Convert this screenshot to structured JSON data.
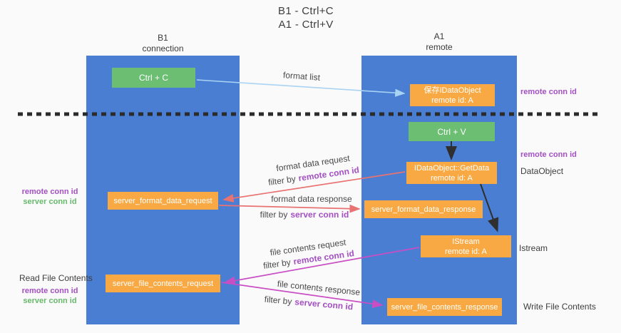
{
  "title": {
    "line1": "B1 - Ctrl+C",
    "line2": "A1 - Ctrl+V"
  },
  "columns": {
    "left": {
      "name": "B1",
      "subtitle": "connection"
    },
    "right": {
      "name": "A1",
      "subtitle": "remote"
    }
  },
  "boxes": {
    "ctrl_c": "Ctrl + C",
    "ctrl_v": "Ctrl + V",
    "save_dataobject": {
      "line1": "保存IDataObject",
      "line2": "remote id: A"
    },
    "getdata": {
      "line1": "IDataObject::GetData",
      "line2": "remote id: A"
    },
    "istream": {
      "line1": "IStream",
      "line2": "remote id: A"
    },
    "server_format_data_request": "server_format_data_request",
    "server_format_data_response": "server_format_data_response",
    "server_file_contents_request": "server_file_contents_request",
    "server_file_contents_response": "server_file_contents_response"
  },
  "arrow_labels": {
    "format_list": "format list",
    "format_data_request": "format data request",
    "format_data_response": "format data response",
    "file_contents_request": "file contents request",
    "file_contents_response": "file contents response",
    "filter_by": "filter by",
    "remote_conn_id": "remote conn id",
    "server_conn_id": "server conn id"
  },
  "side_labels": {
    "remote_conn_id": "remote conn id",
    "server_conn_id": "server conn id",
    "dataobject": "DataObject",
    "istream": "Istream",
    "read_file_contents": "Read File Contents",
    "write_file_contents": "Write File Contents"
  },
  "colors": {
    "column-blue": "#4a7ed2",
    "box-green": "#6cbe72",
    "box-orange": "#f8a943",
    "arrow-red": "#e97272",
    "arrow-magenta": "#c94ec4",
    "arrow-lightblue": "#a9d3f3",
    "arrow-black": "#2f2f2f",
    "label-purple": "#a44fc3",
    "label-green": "#66b96b",
    "text-dark": "#3d3d3d",
    "background": "#fafafa"
  }
}
